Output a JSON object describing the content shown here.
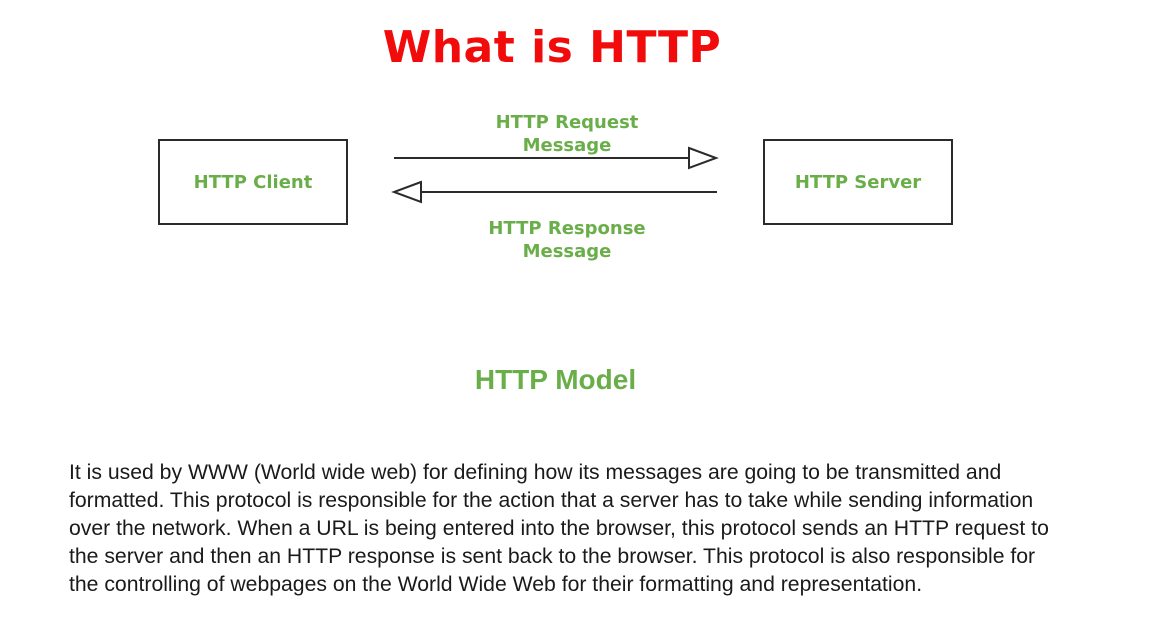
{
  "title": "What is HTTP",
  "diagram": {
    "client_label": "HTTP Client",
    "server_label": "HTTP Server",
    "request_label": [
      "HTTP Request",
      "Message"
    ],
    "response_label": [
      "HTTP Response",
      "Message"
    ],
    "caption": "HTTP Model"
  },
  "description_lines": [
    "It is used by WWW (World wide web)  for defining how its messages are going to be transmitted and",
    "formatted. This protocol is responsible for the action that a server has to take while sending information",
    "over the network. When a URL is being entered into the browser, this protocol sends an HTTP request to",
    "the server and then an HTTP response is sent back to the browser. This protocol is also responsible for",
    "the controlling of webpages on the World Wide Web for their formatting and representation."
  ],
  "colors": {
    "title": "#f10b0b",
    "diagram_text": "#6aae4a",
    "body_text": "#1a1a1a",
    "border": "#2b2b2b"
  }
}
